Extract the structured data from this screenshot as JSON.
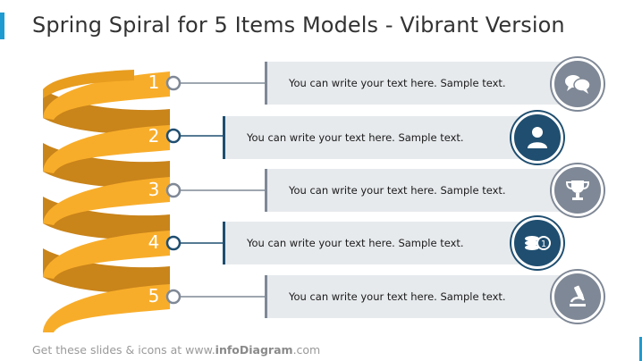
{
  "title": "Spring Spiral for 5 Items Models - Vibrant Version",
  "colors": {
    "accent": "#1e9bd0",
    "spiral_front": "#f8ad2a",
    "spiral_back": "#c9841a",
    "bar_bg": "#e7eaed",
    "gray": "#7f8896",
    "navy": "#1f4e70"
  },
  "items": [
    {
      "number": "1",
      "text": "You can write your text here. Sample text.",
      "icon": "speech-bubbles-icon",
      "style": "gray"
    },
    {
      "number": "2",
      "text": "You can write your text here. Sample text.",
      "icon": "person-icon",
      "style": "navy"
    },
    {
      "number": "3",
      "text": "You can write your text here. Sample text.",
      "icon": "trophy-icon",
      "style": "gray"
    },
    {
      "number": "4",
      "text": "You can write your text here. Sample text.",
      "icon": "coins-icon",
      "style": "navy"
    },
    {
      "number": "5",
      "text": "You can write your text here. Sample text.",
      "icon": "microscope-icon",
      "style": "gray"
    }
  ],
  "footer": {
    "prefix": "Get these slides & icons at www.",
    "brand": "infoDiagram",
    "suffix": ".com"
  }
}
